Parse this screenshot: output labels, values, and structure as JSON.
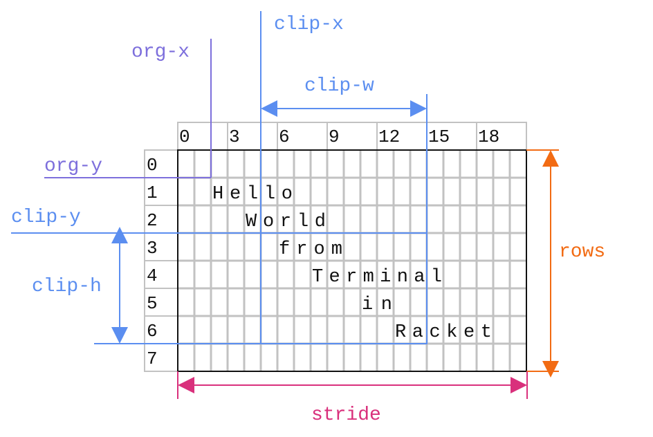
{
  "grid": {
    "cols": 21,
    "rows": 8,
    "col_labels": [
      {
        "col": 0,
        "text": "0"
      },
      {
        "col": 3,
        "text": "3"
      },
      {
        "col": 6,
        "text": "6"
      },
      {
        "col": 9,
        "text": "9"
      },
      {
        "col": 12,
        "text": "12"
      },
      {
        "col": 15,
        "text": "15"
      },
      {
        "col": 18,
        "text": "18"
      }
    ],
    "row_labels": [
      "0",
      "1",
      "2",
      "3",
      "4",
      "5",
      "6",
      "7"
    ]
  },
  "words": [
    {
      "row": 1,
      "col": 2,
      "text": "Hello"
    },
    {
      "row": 2,
      "col": 4,
      "text": "World"
    },
    {
      "row": 3,
      "col": 6,
      "text": "from"
    },
    {
      "row": 4,
      "col": 8,
      "text": "Terminal"
    },
    {
      "row": 5,
      "col": 11,
      "text": "in"
    },
    {
      "row": 6,
      "col": 13,
      "text": "Racket"
    }
  ],
  "origin": {
    "col": 2,
    "row": 1
  },
  "clip": {
    "col": 5,
    "row": 3,
    "w": 10,
    "h": 4
  },
  "labels": {
    "org_x": "org-x",
    "org_y": "org-y",
    "clip_x": "clip-x",
    "clip_y": "clip-y",
    "clip_w": "clip-w",
    "clip_h": "clip-h",
    "rows": "rows",
    "stride": "stride"
  },
  "colors": {
    "origin": "#7d6fdc",
    "clip": "#5b8ef0",
    "rows": "#f26b13",
    "stride": "#d9307c"
  }
}
